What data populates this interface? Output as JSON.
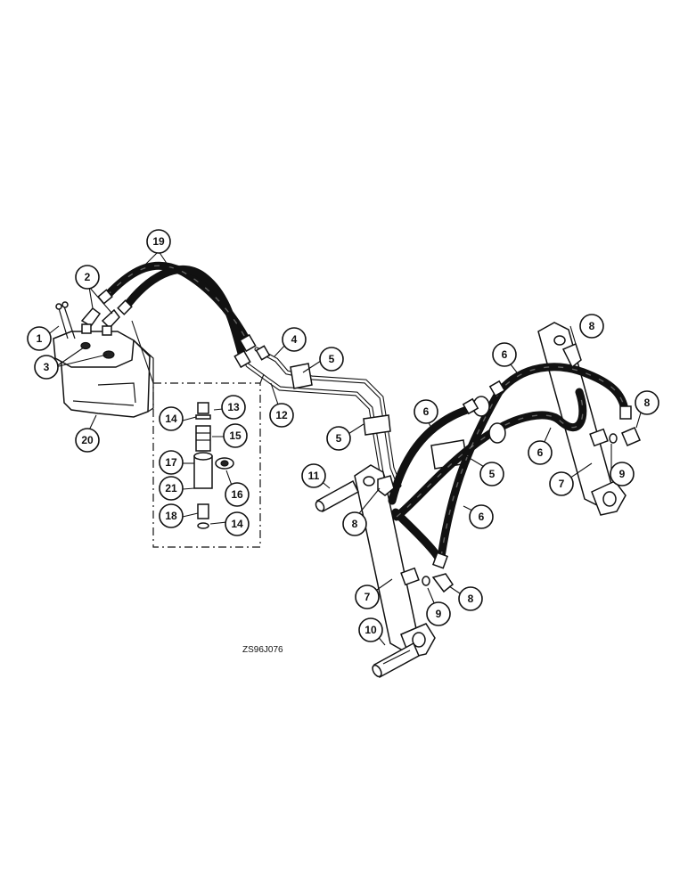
{
  "figure_id": "ZS96J076",
  "callouts": [
    "1",
    "2",
    "3",
    "4",
    "5",
    "6",
    "7",
    "8",
    "9",
    "10",
    "11",
    "12",
    "13",
    "14",
    "15",
    "16",
    "17",
    "18",
    "19",
    "20",
    "21"
  ]
}
